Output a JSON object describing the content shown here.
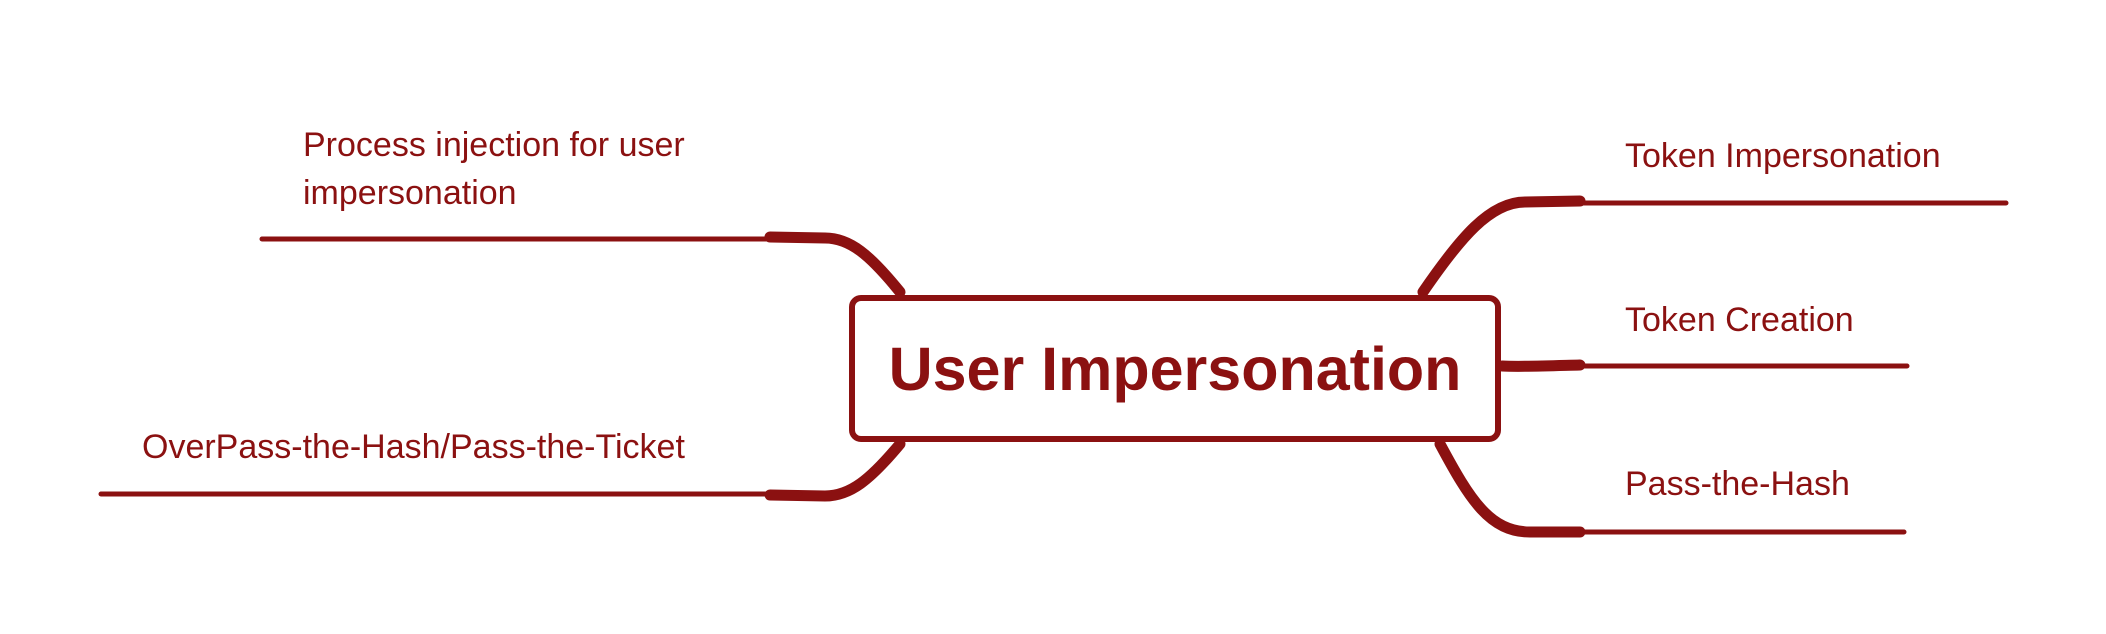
{
  "central_topic": "User Impersonation",
  "branches": {
    "left": [
      {
        "label_lines": [
          "Process injection for user",
          "impersonation"
        ]
      },
      {
        "label_lines": [
          "OverPass-the-Hash/Pass-the-Ticket"
        ]
      }
    ],
    "right": [
      {
        "label_lines": [
          "Token Impersonation"
        ]
      },
      {
        "label_lines": [
          "Token Creation"
        ]
      },
      {
        "label_lines": [
          "Pass-the-Hash"
        ]
      }
    ]
  },
  "colors": {
    "accent": "#8b1111",
    "background": "#ffffff"
  }
}
